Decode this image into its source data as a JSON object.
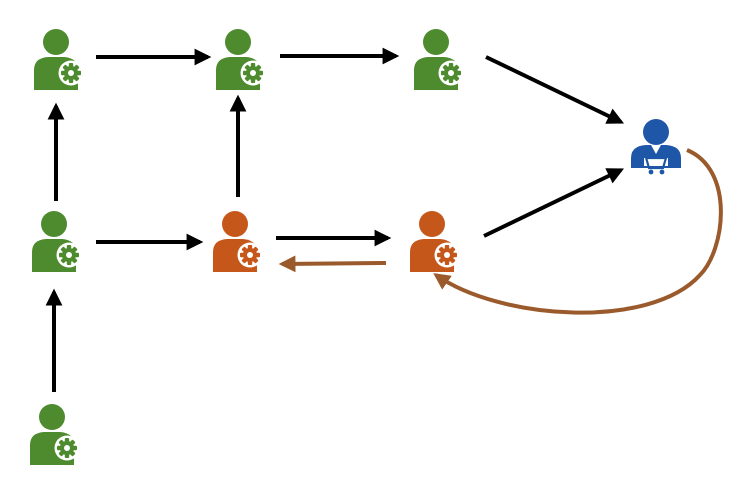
{
  "colors": {
    "supplier_green": "#4e8a2e",
    "supplier_orange": "#c5571a",
    "customer_blue": "#1f57a8",
    "arrow_black": "#000000",
    "arrow_brown": "#9a5a2c",
    "background": "#ffffff"
  },
  "nodes": [
    {
      "id": "n1",
      "role": "supplier",
      "icon": "person-gear-icon",
      "color": "supplier_green"
    },
    {
      "id": "n2",
      "role": "supplier",
      "icon": "person-gear-icon",
      "color": "supplier_green"
    },
    {
      "id": "n3",
      "role": "supplier",
      "icon": "person-gear-icon",
      "color": "supplier_green"
    },
    {
      "id": "n4",
      "role": "supplier",
      "icon": "person-gear-icon",
      "color": "supplier_green"
    },
    {
      "id": "n5",
      "role": "supplier",
      "icon": "person-gear-icon",
      "color": "supplier_orange"
    },
    {
      "id": "n6",
      "role": "supplier",
      "icon": "person-gear-icon",
      "color": "supplier_orange"
    },
    {
      "id": "n7",
      "role": "supplier",
      "icon": "person-gear-icon",
      "color": "supplier_green"
    },
    {
      "id": "c1",
      "role": "customer",
      "icon": "person-cart-icon",
      "color": "customer_blue"
    }
  ],
  "edges": [
    {
      "from": "n1",
      "to": "n2",
      "color": "arrow_black"
    },
    {
      "from": "n2",
      "to": "n3",
      "color": "arrow_black"
    },
    {
      "from": "n3",
      "to": "c1",
      "color": "arrow_black"
    },
    {
      "from": "n4",
      "to": "n1",
      "color": "arrow_black"
    },
    {
      "from": "n5",
      "to": "n2",
      "color": "arrow_black"
    },
    {
      "from": "n4",
      "to": "n5",
      "color": "arrow_black"
    },
    {
      "from": "n5",
      "to": "n6",
      "color": "arrow_black"
    },
    {
      "from": "n6",
      "to": "n5",
      "color": "arrow_brown"
    },
    {
      "from": "n6",
      "to": "c1",
      "color": "arrow_black"
    },
    {
      "from": "c1",
      "to": "n6",
      "color": "arrow_brown",
      "curved": true
    },
    {
      "from": "n7",
      "to": "n4",
      "color": "arrow_black"
    }
  ]
}
